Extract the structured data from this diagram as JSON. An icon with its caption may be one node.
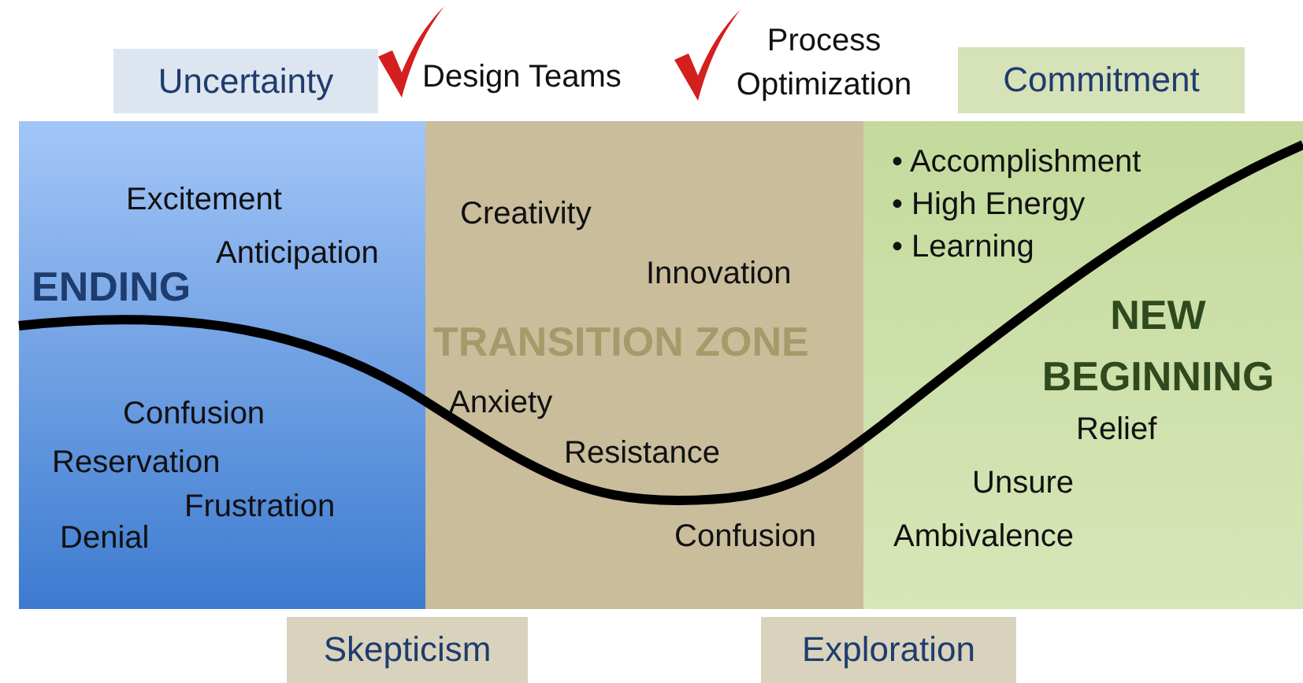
{
  "diagram": {
    "nodes": [
      {
        "text": [
          "Uncertainty"
        ]
      },
      {
        "text": [
          "Commitment"
        ]
      },
      {
        "text": [
          "Excitement",
          "Anticipation",
          "ENDING",
          "Confusion",
          "Reservation",
          "Frustration",
          "Denial"
        ]
      },
      {
        "text": [
          "Creativity",
          "Innovation",
          "TRANSITION ZONE",
          "Anxiety",
          "Resistance",
          "Confusion"
        ]
      },
      {
        "text": [
          "• Accomplishment",
          "• High Energy",
          "• Learning",
          "NEW BEGINNING",
          "Relief",
          "Unsure",
          "Ambivalence"
        ]
      },
      {
        "text": [
          "Skepticism"
        ]
      },
      {
        "text": [
          "Exploration"
        ]
      }
    ],
    "edges": [],
    "labels": [
      "Design Teams",
      "Process Optimization"
    ]
  }
}
